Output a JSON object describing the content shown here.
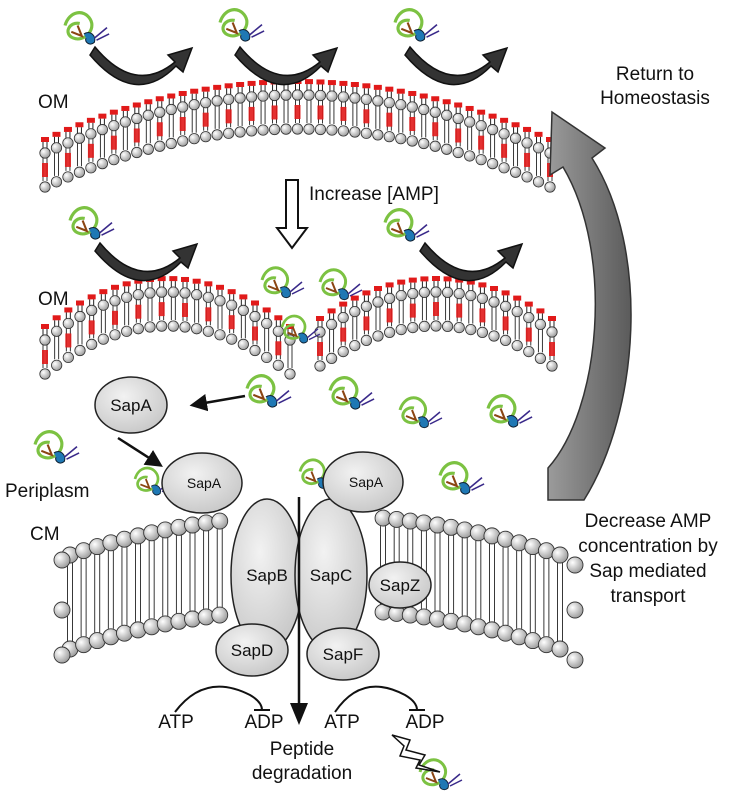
{
  "labels": {
    "om_top": "OM",
    "om_bottom": "OM",
    "cm": "CM",
    "periplasm": "Periplasm",
    "increase_amp": "Increase [AMP]",
    "return_line1": "Return to",
    "return_line2": "Homeostasis",
    "decrease_line1": "Decrease AMP",
    "decrease_line2": "concentration by",
    "decrease_line3": "Sap mediated",
    "decrease_line4": "transport",
    "peptide_line1": "Peptide",
    "peptide_line2": "degradation",
    "atp_left": "ATP",
    "adp_left": "ADP",
    "atp_right": "ATP",
    "adp_right": "ADP"
  },
  "proteins": {
    "sapA_free": "SapA",
    "sapA_bound_left": "SapA",
    "sapA_bound_right": "SapA",
    "sapB": "SapB",
    "sapC": "SapC",
    "sapD": "SapD",
    "sapF": "SapF",
    "sapZ": "SapZ"
  },
  "colors": {
    "lps_red": "#e11a1a",
    "protein_fill": "#d9d9d9",
    "arrow_gray": "#6f6f6f",
    "peptide_green": "#7cc242",
    "peptide_blue": "#1f78b4",
    "peptide_brown": "#8b4513"
  }
}
